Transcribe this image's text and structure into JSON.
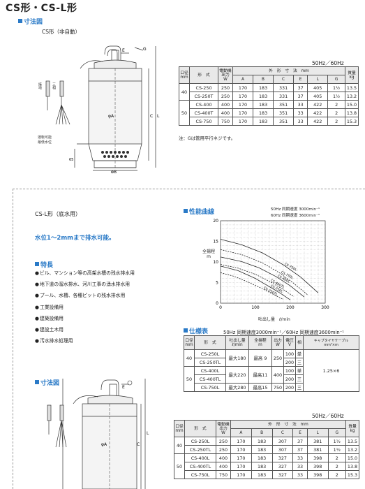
{
  "page": {
    "title": "CS形・CS-L形"
  },
  "cs": {
    "dim_heading": "寸法図",
    "dim_sub": "CS形（非自動）",
    "freq": "50Hz／60Hz",
    "note": "注：Gは管用平行ネジです。",
    "drawing_labels": {
      "e": "E",
      "g": "G",
      "a": "φA",
      "b": "φB",
      "c": "C",
      "l": "L",
      "h": "65",
      "water_level": "運転可能\n最低水位",
      "cable1": "接地",
      "cable2": "三相"
    },
    "headers": {
      "bore": "口径\nmm",
      "model": "形　式",
      "motor": "電動機\n出力\nW",
      "dims": "外　形　寸　法　mm",
      "a": "A",
      "b": "B",
      "c": "C",
      "e": "E",
      "l": "L",
      "g": "G",
      "mass": "質量\nkg"
    },
    "rows": [
      {
        "bore": "40",
        "model": "CS-250",
        "w": "250",
        "a": "170",
        "b": "183",
        "c": "331",
        "e": "37",
        "l": "405",
        "g": "1½",
        "kg": "13.5"
      },
      {
        "bore": "",
        "model": "CS-250T",
        "w": "250",
        "a": "170",
        "b": "183",
        "c": "331",
        "e": "37",
        "l": "405",
        "g": "1½",
        "kg": "13.2"
      },
      {
        "bore": "50",
        "model": "CS-400",
        "w": "400",
        "a": "170",
        "b": "183",
        "c": "351",
        "e": "33",
        "l": "422",
        "g": "2",
        "kg": "15.0"
      },
      {
        "bore": "",
        "model": "CS-400T",
        "w": "400",
        "a": "170",
        "b": "183",
        "c": "351",
        "e": "33",
        "l": "422",
        "g": "2",
        "kg": "13.8"
      },
      {
        "bore": "",
        "model": "CS-750",
        "w": "750",
        "a": "170",
        "b": "183",
        "c": "351",
        "e": "33",
        "l": "422",
        "g": "2",
        "kg": "15.3"
      }
    ]
  },
  "csl": {
    "heading": "CS-L形（底水用）",
    "tagline": "水位1～2mmまで排水可能。",
    "features_heading": "特長",
    "features": [
      "ビル、マンション等の高架水槽の残水排水用",
      "地下道の溜水排水、河川工事の湧水排水用",
      "プール、水槽、各種ピットの残水排水用",
      "工業設備用",
      "建築設備用",
      "建設土木用",
      "汚水排水処理用"
    ],
    "dim_heading": "寸法図",
    "curve_heading": "性能曲線",
    "curve_note1": "50Hz 同期速度 3000min⁻¹",
    "curve_note2": "60Hz 同期速度 3600min⁻¹",
    "spec_heading": "仕様表",
    "spec_note": "50Hz 同期速度3000min⁻¹／60Hz 同期速度3600min⁻¹",
    "spec_headers": {
      "bore": "口径\nmm",
      "model": "形　式",
      "flow": "吐出し量\nℓ/min",
      "head": "全揚程\nm",
      "out": "出力\nW",
      "volt": "電圧\nV",
      "phase": "相",
      "cable": "キャブタイヤケーブル\nmm²×m"
    },
    "spec_rows": [
      {
        "bore": "40",
        "model": "CS-250L",
        "flow": "最大180",
        "head": "最高 9",
        "out": "250",
        "volt": "100",
        "phase": "単"
      },
      {
        "bore": "",
        "model": "CS-250TL",
        "flow": "",
        "head": "",
        "out": "",
        "volt": "200",
        "phase": "三"
      },
      {
        "bore": "50",
        "model": "CS-400L",
        "flow": "最大220",
        "head": "最高11",
        "out": "400",
        "volt": "100",
        "phase": "単"
      },
      {
        "bore": "",
        "model": "CS-400TL",
        "flow": "",
        "head": "",
        "out": "",
        "volt": "200",
        "phase": "三"
      },
      {
        "bore": "",
        "model": "CS-750L",
        "flow": "最大280",
        "head": "最高15",
        "out": "750",
        "volt": "200",
        "phase": "三"
      }
    ],
    "cable_value": "1.25×6",
    "freq": "50Hz／60Hz",
    "dim_rows": [
      {
        "bore": "40",
        "model": "CS-250L",
        "w": "250",
        "a": "170",
        "b": "183",
        "c": "307",
        "e": "37",
        "l": "381",
        "g": "1½",
        "kg": "13.5"
      },
      {
        "bore": "",
        "model": "CS-250TL",
        "w": "250",
        "a": "170",
        "b": "183",
        "c": "307",
        "e": "37",
        "l": "381",
        "g": "1½",
        "kg": "13.2"
      },
      {
        "bore": "50",
        "model": "CS-400L",
        "w": "400",
        "a": "170",
        "b": "183",
        "c": "327",
        "e": "33",
        "l": "398",
        "g": "2",
        "kg": "15.0"
      },
      {
        "bore": "",
        "model": "CS-400TL",
        "w": "400",
        "a": "170",
        "b": "183",
        "c": "327",
        "e": "33",
        "l": "398",
        "g": "2",
        "kg": "13.8"
      },
      {
        "bore": "",
        "model": "CS-750L",
        "w": "750",
        "a": "170",
        "b": "183",
        "c": "327",
        "e": "33",
        "l": "398",
        "g": "2",
        "kg": "15.3"
      }
    ]
  },
  "chart_data": {
    "type": "line",
    "xlabel": "吐出し量　ℓ/min",
    "ylabel": "全揚程\nm",
    "xlim": [
      0,
      300
    ],
    "ylim": [
      0,
      20
    ],
    "xticks": [
      0,
      100,
      200,
      300
    ],
    "yticks": [
      0,
      5,
      10,
      15,
      20
    ],
    "grid": true,
    "series": [
      {
        "name": "CS-750L",
        "style": "solid",
        "x": [
          0,
          60,
          120,
          180,
          230,
          280
        ],
        "y": [
          15.5,
          14.2,
          12.2,
          9.3,
          6.3,
          2.5
        ]
      },
      {
        "name": "CS-750L",
        "style": "dashed",
        "x": [
          0,
          60,
          120,
          170,
          210,
          250
        ],
        "y": [
          13.0,
          11.8,
          9.8,
          7.3,
          4.8,
          2.0
        ]
      },
      {
        "name": "CS-400L",
        "style": "solid",
        "x": [
          0,
          60,
          110,
          160,
          200,
          240
        ],
        "y": [
          11.2,
          10.1,
          8.6,
          6.4,
          4.2,
          1.5
        ]
      },
      {
        "name": "CS-400TL",
        "style": "dashed",
        "x": [
          0,
          50,
          100,
          140,
          180,
          210
        ],
        "y": [
          9.4,
          8.5,
          7.0,
          5.3,
          3.3,
          1.6
        ]
      },
      {
        "name": "CS-250L",
        "style": "solid",
        "x": [
          0,
          50,
          100,
          140,
          170,
          200
        ],
        "y": [
          9.0,
          7.9,
          6.0,
          4.0,
          2.5,
          0.8
        ]
      },
      {
        "name": "CS-250TL",
        "style": "dashed",
        "x": [
          0,
          40,
          80,
          120,
          150,
          180
        ],
        "y": [
          7.4,
          6.5,
          5.1,
          3.5,
          2.2,
          0.9
        ]
      }
    ]
  }
}
